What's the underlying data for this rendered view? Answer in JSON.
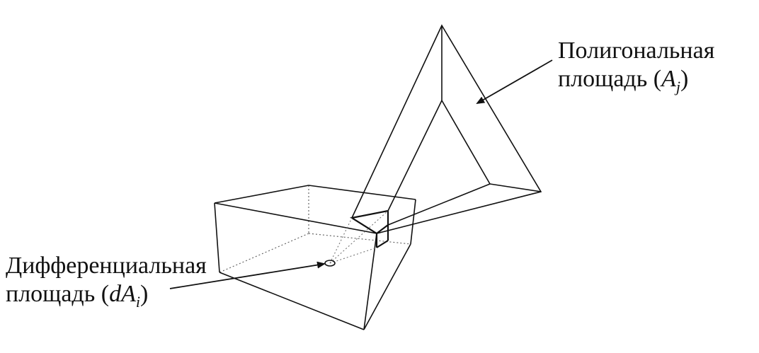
{
  "labels": {
    "polygon_area": {
      "line1": "Полигональная",
      "line2_prefix": "площадь (",
      "symbol": "A",
      "subscript": "j",
      "suffix": ")"
    },
    "differential_area": {
      "line1": "Дифференциальная",
      "line2_prefix": "площадь (",
      "symbol": "dA",
      "subscript": "i",
      "suffix": ")"
    }
  }
}
